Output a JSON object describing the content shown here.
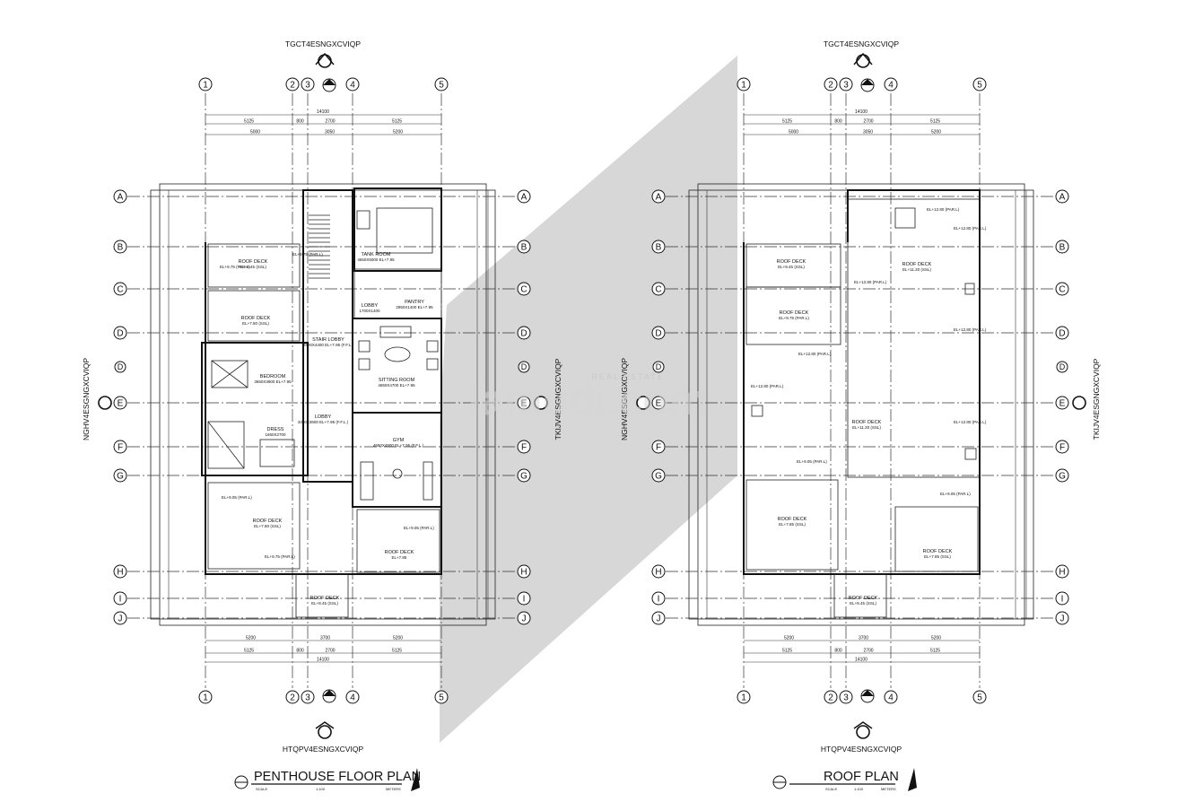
{
  "plans": [
    {
      "id": "penthouse",
      "title": "PENTHOUSE FLOOR PLAN",
      "scale_label": "SCALE",
      "scale_value": "1:100",
      "units_label": "METERS",
      "elev_top": "TGCT4ESNGXCVIQP",
      "elev_bottom": "HTQPV4ESNGXCVIQP",
      "elev_left": "NGHV4ESGNGXCVIQP",
      "elev_right": "TKIJV4ESGNGXCVIQP",
      "cols": [
        "1",
        "2",
        "3",
        "4",
        "5"
      ],
      "rows": [
        "A",
        "B",
        "C",
        "D",
        "E",
        "F",
        "G",
        "H",
        "I",
        "J"
      ],
      "dims_top_1": [
        "5125",
        "800",
        "2700",
        "5125"
      ],
      "dims_top_2": [
        "5000",
        "3050",
        "5200"
      ],
      "dims_top_overall": "14100",
      "dims_bottom_1": [
        "5200",
        "3700",
        "5200"
      ],
      "dims_bottom_2": [
        "5125",
        "800",
        "2700",
        "5125"
      ],
      "dims_bottom_overall": "14100",
      "rooms": [
        {
          "name": "ROOF DECK",
          "sub": "EL+9.45 (SSL)"
        },
        {
          "name": "TANK ROOM",
          "sub": "4650X5000 EL+7.95"
        },
        {
          "name": "ROOF DECK",
          "sub": "EL+7.80 (SSL)"
        },
        {
          "name": "LOBBY",
          "sub": "1700X1400"
        },
        {
          "name": "PANTRY",
          "sub": "2950X1400 EL+7.95"
        },
        {
          "name": "STAIR LOBBY",
          "sub": "2500X4400 EL+7.95 (F.F.L.)"
        },
        {
          "name": "BEDROOM",
          "sub": "3650X3900 EL+7.95"
        },
        {
          "name": "SITTING ROOM",
          "sub": "4650X4700 EL+7.95"
        },
        {
          "name": "DRESS",
          "sub": "1650X2700"
        },
        {
          "name": "LOBBY",
          "sub": "3300X3600 EL+7.95 (F.F.L.)"
        },
        {
          "name": "GYM",
          "sub": "4650X4900 EL+7.95 (F.F.L.)"
        },
        {
          "name": "ROOF DECK",
          "sub": "EL+7.80 (SSL)"
        },
        {
          "name": "ROOF DECK",
          "sub": "EL+7.85"
        },
        {
          "name": "ROOF DECK",
          "sub": "EL+8.45 (SSL)"
        }
      ],
      "levels": [
        "EL+9.75 (PAR.L)",
        "EL+9.75 (PAR.L)",
        "EL+9.05 (PAR.L)",
        "EL+9.05 (PAR.L)",
        "EL+9.75 (PAR.L)"
      ]
    },
    {
      "id": "roof",
      "title": "ROOF PLAN",
      "scale_label": "SCALE",
      "scale_value": "1:100",
      "units_label": "METERS",
      "elev_top": "TGCT4ESNGXCVIQP",
      "elev_bottom": "HTQPV4ESNGXCVIQP",
      "elev_left": "NGHV4ESGNGXCVIQP",
      "elev_right": "TKIJV4ESGNGXCVIQP",
      "cols": [
        "1",
        "2",
        "3",
        "4",
        "5"
      ],
      "rows": [
        "A",
        "B",
        "C",
        "D",
        "E",
        "F",
        "G",
        "H",
        "I",
        "J"
      ],
      "dims_top_1": [
        "5125",
        "800",
        "2700",
        "5125"
      ],
      "dims_top_2": [
        "5000",
        "3050",
        "5200"
      ],
      "dims_top_overall": "14100",
      "dims_bottom_1": [
        "5200",
        "3700",
        "5200"
      ],
      "dims_bottom_2": [
        "5125",
        "800",
        "2700",
        "5125"
      ],
      "dims_bottom_overall": "14100",
      "rooms": [
        {
          "name": "ROOF DECK",
          "sub": "EL+9.45 (SSL)"
        },
        {
          "name": "ROOF DECK",
          "sub": "EL+11.20 (SSL)"
        },
        {
          "name": "ROOF DECK",
          "sub": "EL+9.75 (PAR.L)"
        },
        {
          "name": "ROOF DECK",
          "sub": "EL+11.20 (SSL)"
        },
        {
          "name": "ROOF DECK",
          "sub": "EL+7.85 (SSL)"
        },
        {
          "name": "ROOF DECK",
          "sub": "EL+7.85 (SSL)"
        },
        {
          "name": "ROOF DECK",
          "sub": "EL+8.45 (SSL)"
        }
      ],
      "levels": [
        "EL+12.80 (PAR.L)",
        "EL+12.80 (PAR.L)",
        "EL+12.80 (PAR.L)",
        "EL+12.80 (PAR.L)",
        "EL+12.80 (PAR.L)",
        "EL+12.80 (PAR.L)",
        "EL+12.80 (PAR.L)",
        "EL+9.05 (PAR.L)",
        "EL+9.05 (PAR.L)"
      ]
    }
  ],
  "watermark": "lamudi.com",
  "watermark_sub": "REAL ESTATE"
}
